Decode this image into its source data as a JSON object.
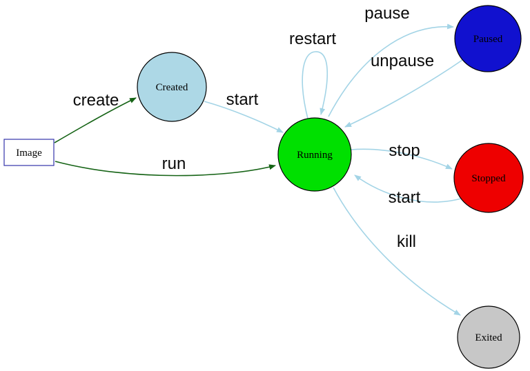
{
  "diagram": {
    "type": "state-diagram",
    "description": "Container lifecycle state diagram",
    "colors": {
      "create_run_arrows": "#156315",
      "state_arrows": "#a3d4e6",
      "node_border": "#000000"
    },
    "nodes": {
      "image": {
        "label": "Image",
        "shape": "rect",
        "fill": "#ffffff",
        "stroke": "#3333aa"
      },
      "created": {
        "label": "Created",
        "shape": "circle",
        "fill": "#add8e6",
        "stroke": "#000000"
      },
      "running": {
        "label": "Running",
        "shape": "circle",
        "fill": "#00e000",
        "stroke": "#000000"
      },
      "paused": {
        "label": "Paused",
        "shape": "circle",
        "fill": "#1111cf",
        "stroke": "#000000"
      },
      "stopped": {
        "label": "Stopped",
        "shape": "circle",
        "fill": "#ee0000",
        "stroke": "#000000"
      },
      "exited": {
        "label": "Exited",
        "shape": "circle",
        "fill": "#c7c7c7",
        "stroke": "#000000"
      }
    },
    "edges": {
      "create": {
        "label": "create",
        "from": "image",
        "to": "created",
        "color": "#156315"
      },
      "run": {
        "label": "run",
        "from": "image",
        "to": "running",
        "color": "#156315"
      },
      "start_from_created": {
        "label": "start",
        "from": "created",
        "to": "running",
        "color": "#a3d4e6"
      },
      "restart": {
        "label": "restart",
        "from": "running",
        "to": "running",
        "color": "#a3d4e6"
      },
      "pause": {
        "label": "pause",
        "from": "running",
        "to": "paused",
        "color": "#a3d4e6"
      },
      "unpause": {
        "label": "unpause",
        "from": "paused",
        "to": "running",
        "color": "#a3d4e6"
      },
      "stop": {
        "label": "stop",
        "from": "running",
        "to": "stopped",
        "color": "#a3d4e6"
      },
      "start_from_stopped": {
        "label": "start",
        "from": "stopped",
        "to": "running",
        "color": "#a3d4e6"
      },
      "kill": {
        "label": "kill",
        "from": "running",
        "to": "exited",
        "color": "#a3d4e6"
      }
    }
  }
}
